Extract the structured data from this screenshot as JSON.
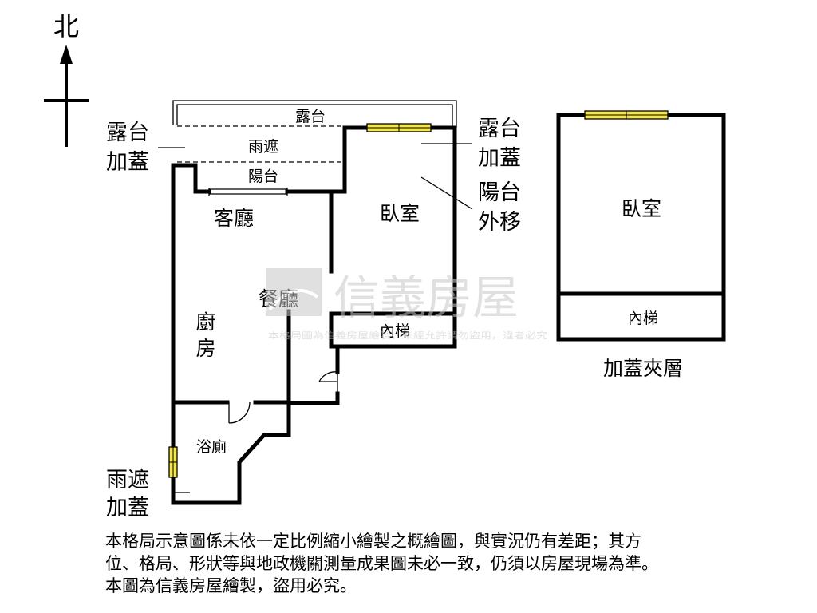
{
  "compass": {
    "north_label": "北"
  },
  "rooms": {
    "terrace": "露台",
    "awning": "雨遮",
    "balcony": "陽台",
    "living_room": "客廳",
    "bedroom_main": "臥室",
    "dining_room": "餐廳",
    "kitchen_1": "廚",
    "kitchen_2": "房",
    "inner_stair_main": "內梯",
    "bathroom": "浴廁",
    "bedroom_mezz": "臥室",
    "inner_stair_mezz": "內梯"
  },
  "callouts": {
    "terrace_cover_left_1": "露台",
    "terrace_cover_left_2": "加蓋",
    "terrace_cover_right_1": "露台",
    "terrace_cover_right_2": "加蓋",
    "balcony_moved_1": "陽台",
    "balcony_moved_2": "外移",
    "awning_cover_1": "雨遮",
    "awning_cover_2": "加蓋"
  },
  "mezzanine_title": "加蓋夾層",
  "watermark": {
    "brand": "信義房屋",
    "notice": "本格局圖為信義房屋繪製，未經允許請勿盜用，違者必究"
  },
  "disclaimer": [
    "本格局示意圖係未依一定比例縮小繪製之概繪圖，與實況仍有差距；其方",
    "位、格局、形狀等與地政機關測量成果圖未必一致，仍須以房屋現場為準。",
    "本圖為信義房屋繪製，盜用必究。"
  ],
  "colors": {
    "wall": "#000000",
    "window_fill": "#f2e64a",
    "watermark": "#c8c8c8"
  }
}
